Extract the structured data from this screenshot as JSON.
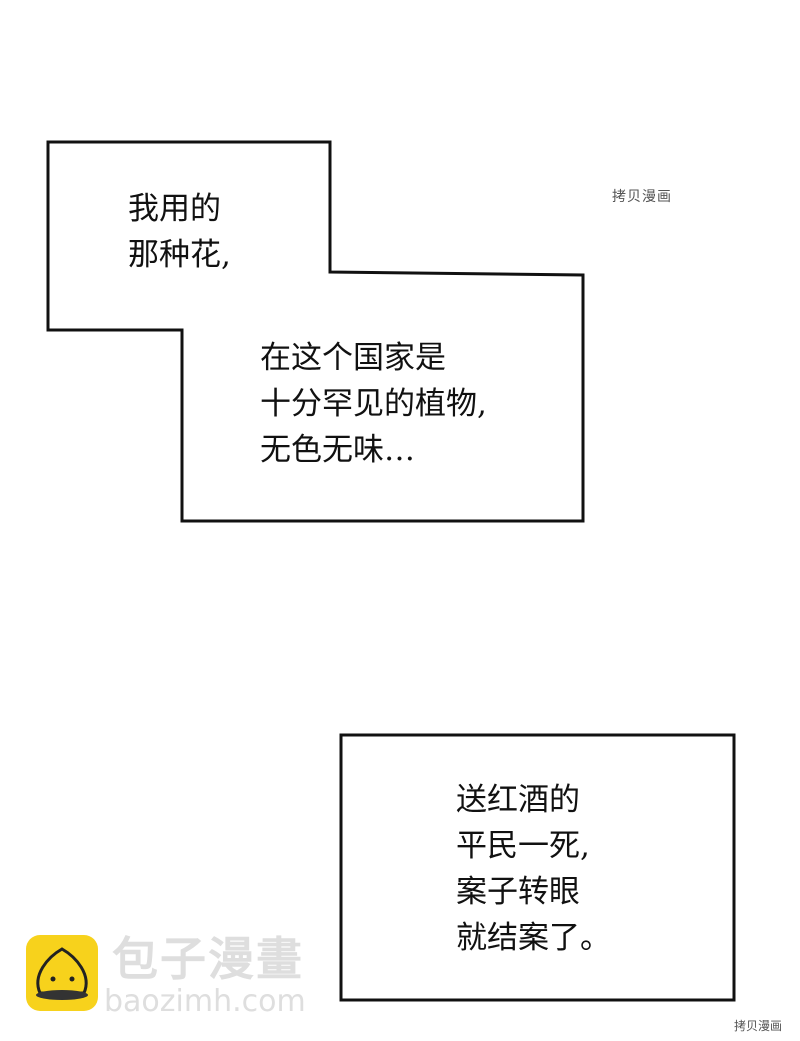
{
  "panels": [
    {
      "lines": [
        "我用的",
        "那种花,"
      ]
    },
    {
      "lines": [
        "在这个国家是",
        "十分罕见的植物,",
        "无色无味…"
      ]
    },
    {
      "lines": [
        "送红酒的",
        "平民一死,",
        "案子转眼",
        "就结案了。"
      ]
    }
  ],
  "watermarks": {
    "top": "拷贝漫画",
    "bottom_right": "拷贝漫画",
    "brand_cn": "包子漫畫",
    "brand_url": "baozimh.com",
    "logo_color": "#f7d21c"
  }
}
